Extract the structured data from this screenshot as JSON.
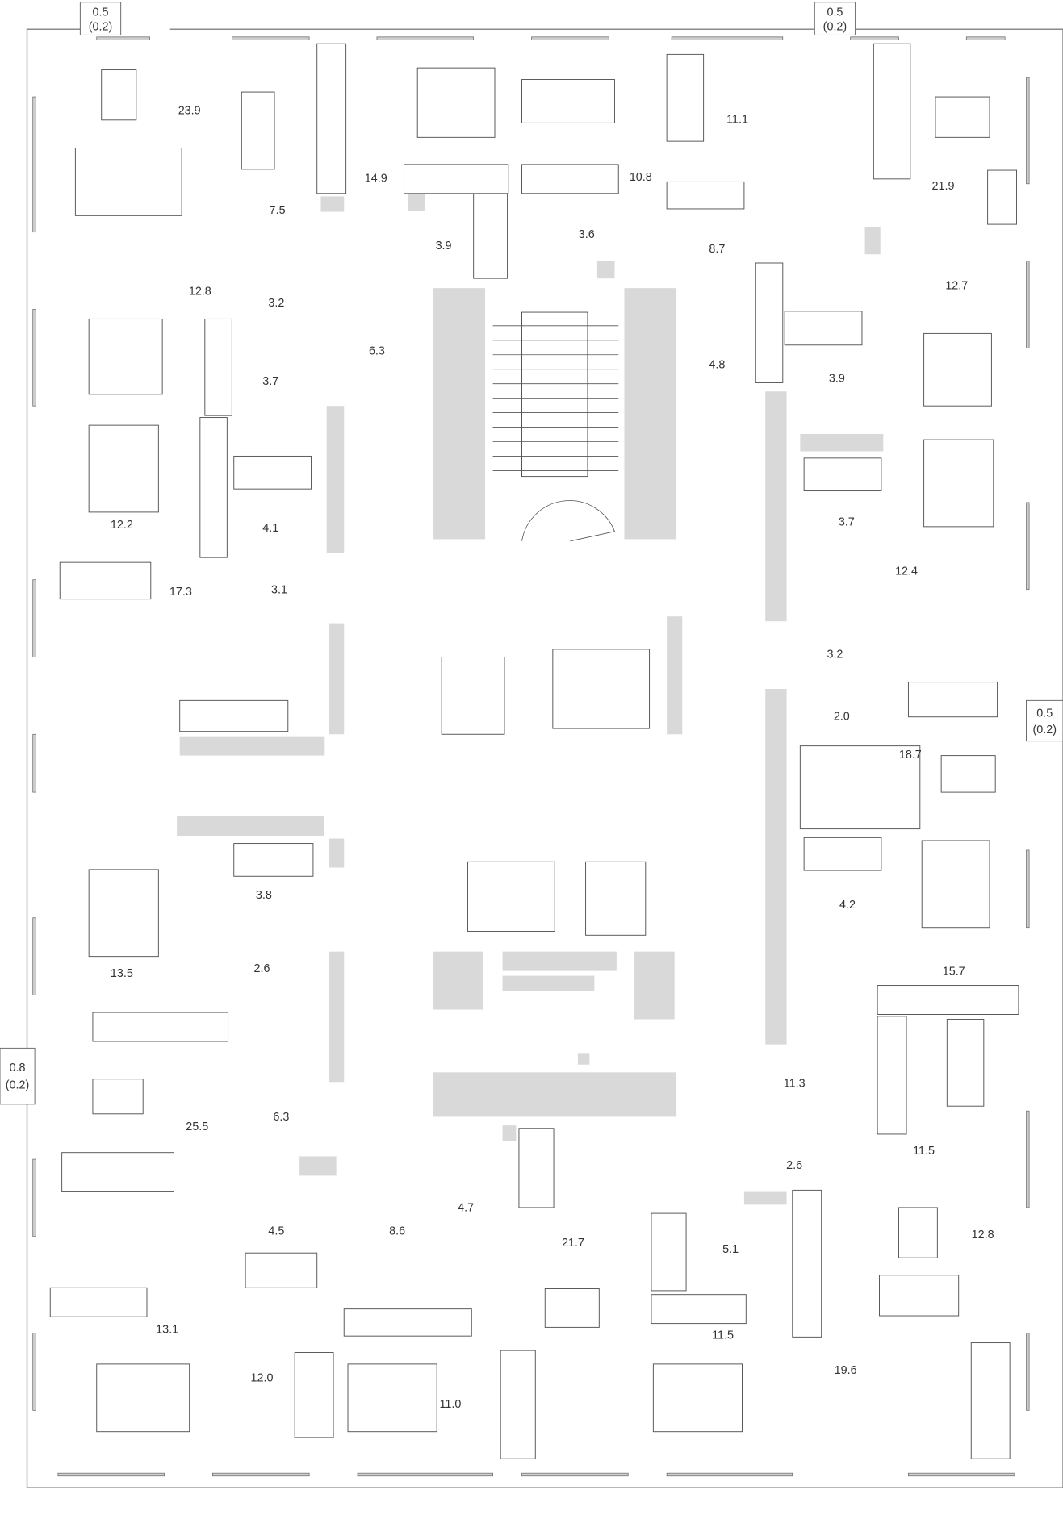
{
  "plan": {
    "balconies": [
      {
        "id": "top-left",
        "area": "0.5",
        "sub": "(0.2)"
      },
      {
        "id": "top-right",
        "area": "0.5",
        "sub": "(0.2)"
      },
      {
        "id": "right",
        "area": "0.5",
        "sub": "(0.2)"
      },
      {
        "id": "left",
        "area": "0.8",
        "sub": "(0.2)"
      }
    ],
    "rooms": [
      "23.9",
      "7.5",
      "14.9",
      "3.9",
      "3.6",
      "10.8",
      "11.1",
      "8.7",
      "21.9",
      "12.7",
      "12.8",
      "3.2",
      "6.3",
      "3.7",
      "4.8",
      "3.9",
      "12.2",
      "4.1",
      "3.7",
      "3.1",
      "17.3",
      "12.4",
      "3.2",
      "2.0",
      "18.7",
      "3.8",
      "4.2",
      "13.5",
      "2.6",
      "15.7",
      "11.3",
      "25.5",
      "6.3",
      "2.6",
      "11.5",
      "4.7",
      "4.5",
      "8.6",
      "21.7",
      "5.1",
      "12.8",
      "11.5",
      "13.1",
      "12.0",
      "11.0",
      "19.6"
    ]
  }
}
